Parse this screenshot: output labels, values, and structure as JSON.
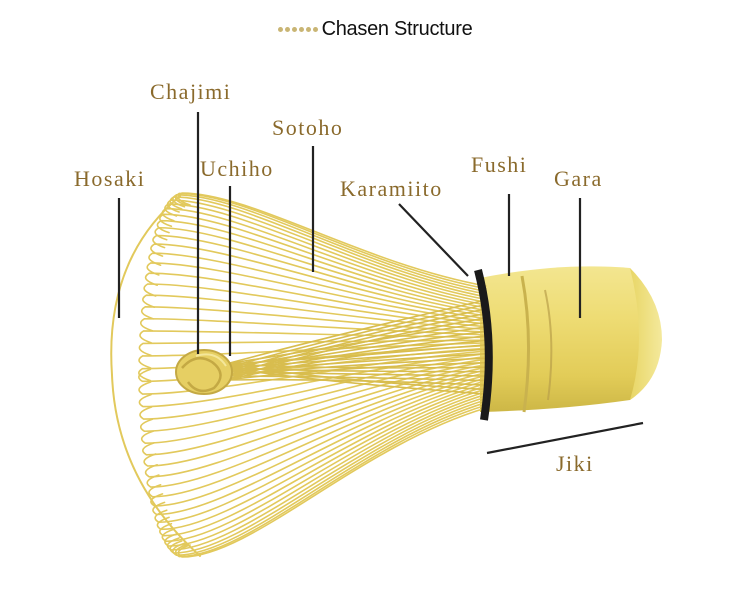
{
  "title": "Chasen Structure",
  "colors": {
    "label": "#8a6a2c",
    "leader_line": "#222222",
    "bamboo": "#e9d668",
    "bamboo_light": "#f5ea9a",
    "bamboo_dark": "#c8b24a",
    "tine": "#e2c95c",
    "binding": "#1a1a1a"
  },
  "labels": {
    "chajimi": "Chajimi",
    "sotoho": "Sotoho",
    "hosaki": "Hosaki",
    "uchiho": "Uchiho",
    "karamiito": "Karamiito",
    "fushi": "Fushi",
    "gara": "Gara",
    "jiki": "Jiki"
  }
}
